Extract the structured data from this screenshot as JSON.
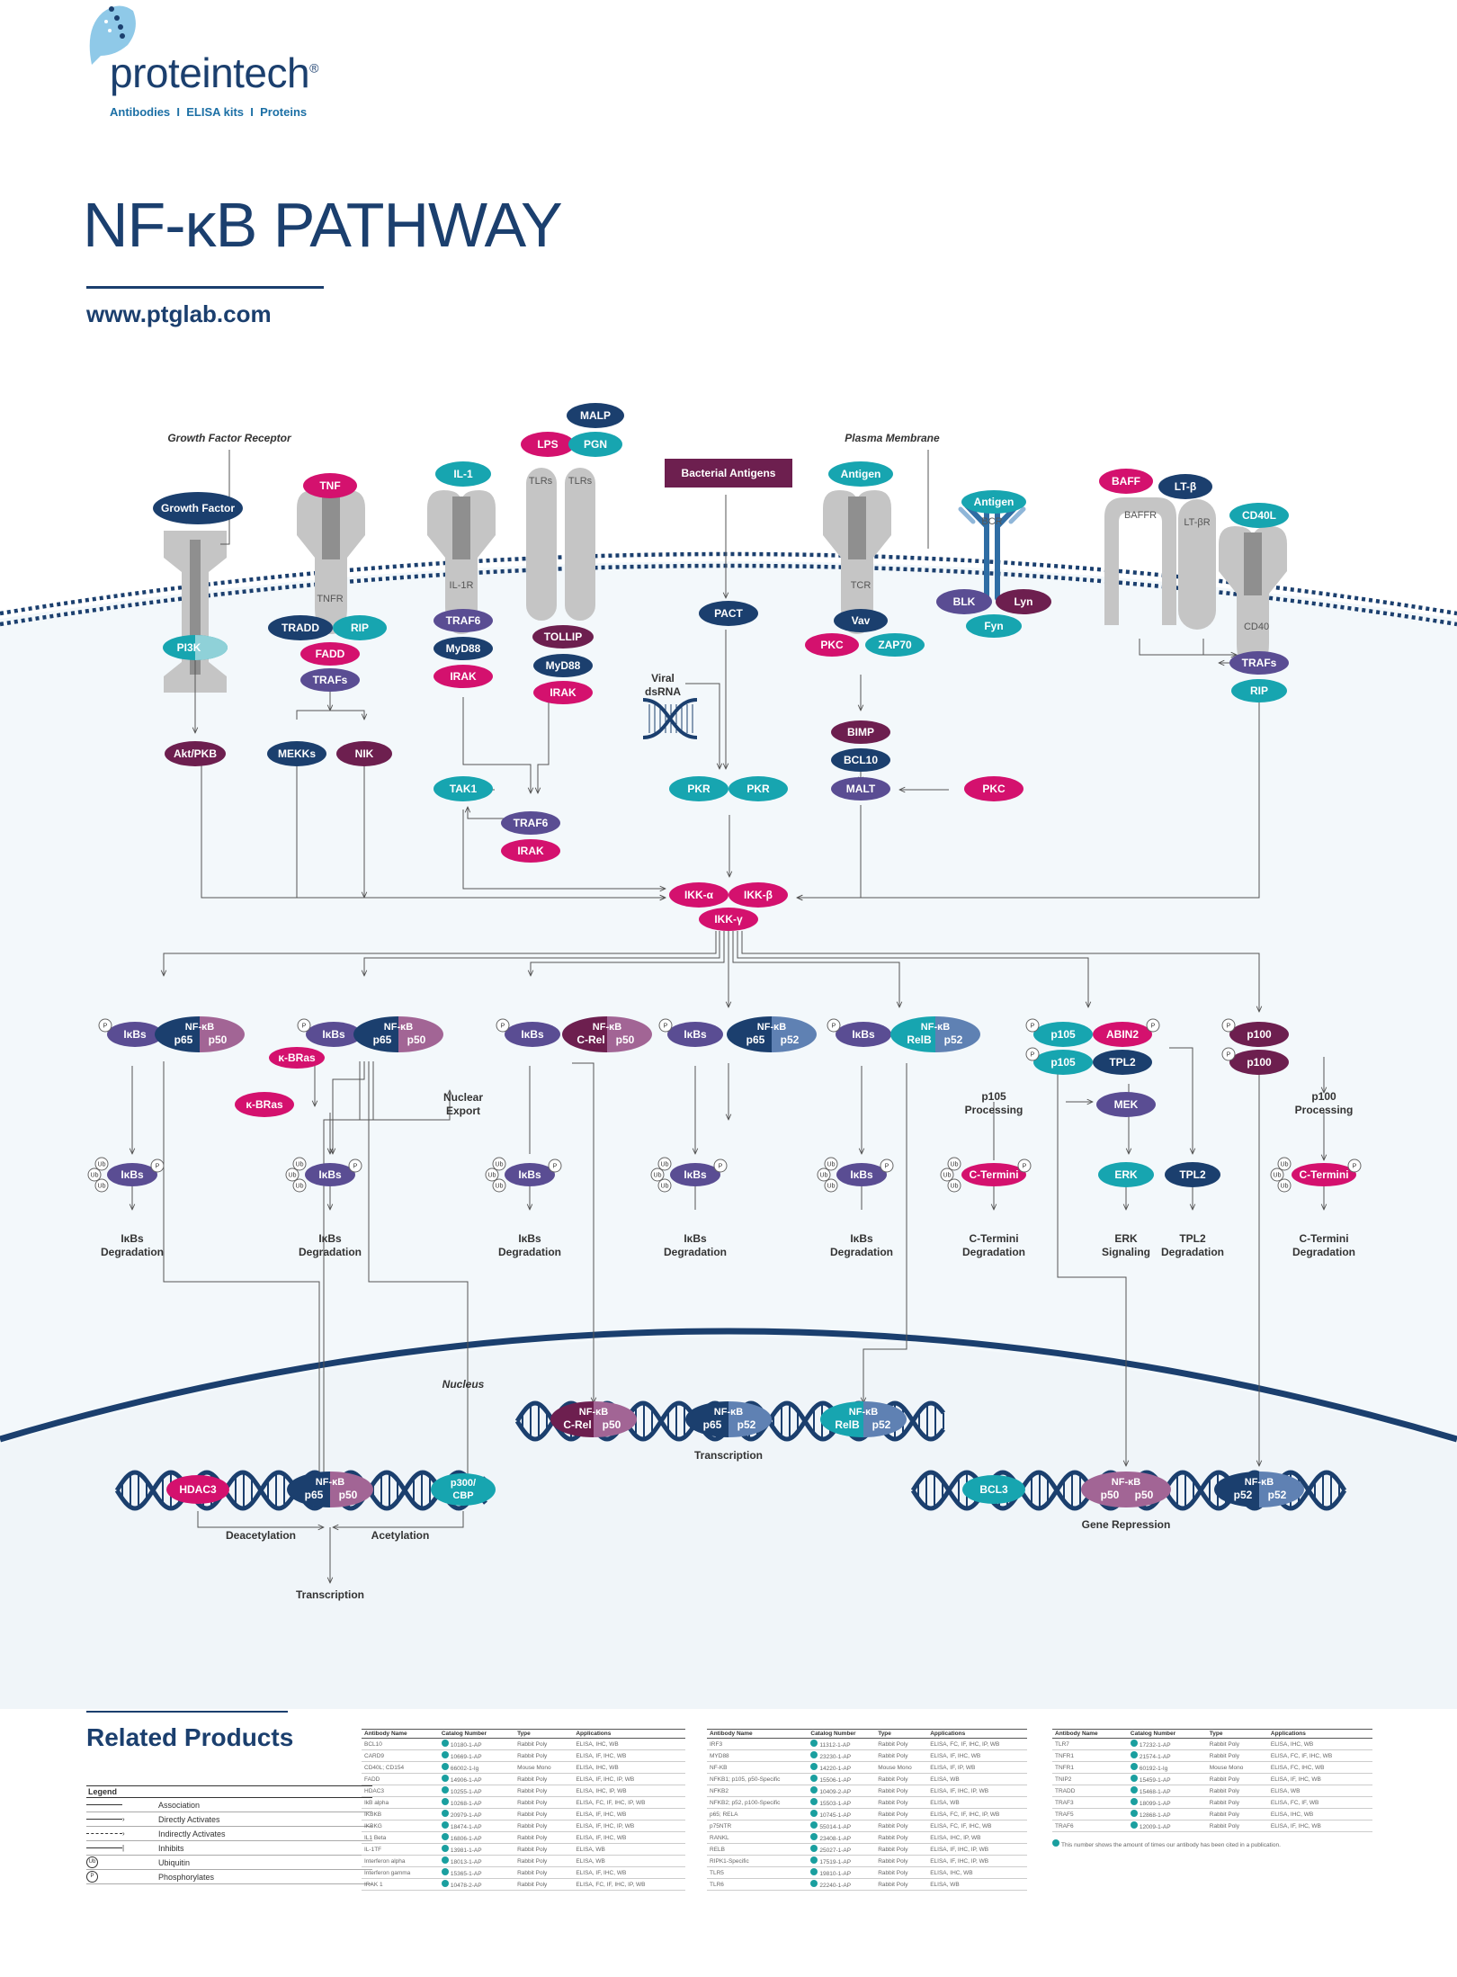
{
  "brand": {
    "name": "proteintech",
    "registered": "®",
    "tagline": "Antibodies  I  ELISA kits  I  Proteins"
  },
  "title": "NF-κB PATHWAY",
  "url": "www.ptglab.com",
  "colors": {
    "navy": "#1b3f6e",
    "teal": "#17a5b0",
    "magenta": "#d4116e",
    "purple": "#5a4d93",
    "plum": "#6d1f4f",
    "mauve": "#a26595",
    "grey": "#c5c5c5"
  },
  "labels": {
    "growth_factor_receptor": "Growth Factor Receptor",
    "plasma_membrane": "Plasma Membrane",
    "nucleus": "Nucleus",
    "viral_dsrna": [
      "Viral",
      "dsRNA"
    ],
    "nuclear_export": [
      "Nuclear",
      "Export"
    ],
    "p105_processing": [
      "p105",
      "Processing"
    ],
    "p100_processing": [
      "p100",
      "Processing"
    ],
    "ikbs_degradation": [
      "IκBs",
      "Degradation"
    ],
    "c_termini_degradation": [
      "C-Termini",
      "Degradation"
    ],
    "erk_signaling": [
      "ERK",
      "Signaling"
    ],
    "tpl2_degradation": [
      "TPL2",
      "Degradation"
    ],
    "deacetylation": "Deacetylation",
    "acetylation": "Acetylation",
    "transcription": "Transcription",
    "gene_repression": "Gene Repression"
  },
  "receptors": {
    "tnfr": "TNFR",
    "il1r": "IL-1R",
    "tlrs": "TLRs",
    "tcr": "TCR",
    "bcr": "BCR",
    "baffr": "BAFFR",
    "ltbr": "LT-βR",
    "cd40": "CD40"
  },
  "proteins": {
    "growth_factor": "Growth Factor",
    "pi3k": "PI3K",
    "akt": "Akt/PKB",
    "tnf": "TNF",
    "tradd": "TRADD",
    "rip": "RIP",
    "fadd": "FADD",
    "trafs": "TRAFs",
    "mekks": "MEKKs",
    "nik": "NIK",
    "il1": "IL-1",
    "traf6": "TRAF6",
    "myd88": "MyD88",
    "irak": "IRAK",
    "malp": "MALP",
    "pgn": "PGN",
    "lps": "LPS",
    "tollip": "TOLLIP",
    "tak1": "TAK1",
    "bacterial_antigens": "Bacterial Antigens",
    "pact": "PACT",
    "pkr": "PKR",
    "antigen": "Antigen",
    "vav": "Vav",
    "pkc": "PKC",
    "zap70": "ZAP70",
    "bimp": "BIMP",
    "bcl10": "BCL10",
    "malt": "MALT",
    "blk": "BLK",
    "lyn": "Lyn",
    "fyn": "Fyn",
    "baff": "BAFF",
    "ltb": "LT-β",
    "cd40l": "CD40L",
    "ikka": "IKK-α",
    "ikkb": "IKK-β",
    "ikkg": "IKK-γ",
    "ikbs": "IκBs",
    "nfkb": "NF-κB",
    "p65": "p65",
    "p50": "p50",
    "p52": "p52",
    "crel": "C-Rel",
    "relb": "RelB",
    "kbras": "κ-BRas",
    "p105": "p105",
    "abin2": "ABIN2",
    "tpl2": "TPL2",
    "mek": "MEK",
    "erk": "ERK",
    "c_termini": "C-Termini",
    "p100": "p100",
    "hdac3": "HDAC3",
    "p300": "p300/",
    "cbp": "CBP",
    "bcl3": "BCL3",
    "p": "P",
    "ub": "Ub"
  },
  "related_products": {
    "title": "Related Products",
    "legend": {
      "title": "Legend",
      "items": [
        "Association",
        "Directly Activates",
        "Indirectly Activates",
        "Inhibits",
        "Ubiquitin",
        "Phosphorylates"
      ]
    },
    "columns": [
      "Antibody Name",
      "Catalog Number",
      "Type",
      "Applications"
    ],
    "tables": [
      [
        [
          "BCL10",
          "",
          "10180-1-AP",
          "Rabbit Poly",
          "ELISA, IHC, WB"
        ],
        [
          "CARD9",
          "",
          "10669-1-AP",
          "Rabbit Poly",
          "ELISA, IF, IHC, WB"
        ],
        [
          "CD40L; CD154",
          "",
          "66002-1-Ig",
          "Mouse Mono",
          "ELISA, IHC, WB"
        ],
        [
          "FADD",
          "",
          "14906-1-AP",
          "Rabbit Poly",
          "ELISA, IF, IHC, IP, WB"
        ],
        [
          "HDAC3",
          "",
          "10255-1-AP",
          "Rabbit Poly",
          "ELISA, IHC, IP, WB"
        ],
        [
          "IkB alpha",
          "",
          "10268-1-AP",
          "Rabbit Poly",
          "ELISA, FC, IF, IHC, IP, WB"
        ],
        [
          "IKBKB",
          "",
          "20979-1-AP",
          "Rabbit Poly",
          "ELISA, IF, IHC, WB"
        ],
        [
          "IKBKG",
          "",
          "18474-1-AP",
          "Rabbit Poly",
          "ELISA, IF, IHC, IP, WB"
        ],
        [
          "IL1 Beta",
          "",
          "16806-1-AP",
          "Rabbit Poly",
          "ELISA, IF, IHC, WB"
        ],
        [
          "IL-1TF",
          "",
          "13981-1-AP",
          "Rabbit Poly",
          "ELISA, WB"
        ],
        [
          "Interferon alpha",
          "",
          "18013-1-AP",
          "Rabbit Poly",
          "ELISA, WB"
        ],
        [
          "Interferon gamma",
          "",
          "15365-1-AP",
          "Rabbit Poly",
          "ELISA, IF, IHC, WB"
        ],
        [
          "IRAK 1",
          "",
          "10478-2-AP",
          "Rabbit Poly",
          "ELISA, FC, IF, IHC, IP, WB"
        ]
      ],
      [
        [
          "IRF3",
          "",
          "11312-1-AP",
          "Rabbit Poly",
          "ELISA, FC, IF, IHC, IP, WB"
        ],
        [
          "MYD88",
          "",
          "23230-1-AP",
          "Rabbit Poly",
          "ELISA, IF, IHC, WB"
        ],
        [
          "NF-KB",
          "",
          "14220-1-AP",
          "Mouse Mono",
          "ELISA, IF, IP, WB"
        ],
        [
          "NFKB1; p105, p50-Specific",
          "",
          "15506-1-AP",
          "Rabbit Poly",
          "ELISA, WB"
        ],
        [
          "NFKB2",
          "",
          "10409-2-AP",
          "Rabbit Poly",
          "ELISA, IF, IHC, IP, WB"
        ],
        [
          "NFKB2; p52, p100-Specific",
          "",
          "15503-1-AP",
          "Rabbit Poly",
          "ELISA, WB"
        ],
        [
          "p65; RELA",
          "",
          "10745-1-AP",
          "Rabbit Poly",
          "ELISA, FC, IF, IHC, IP, WB"
        ],
        [
          "p75NTR",
          "",
          "55014-1-AP",
          "Rabbit Poly",
          "ELISA, FC, IF, IHC, WB"
        ],
        [
          "RANKL",
          "",
          "23408-1-AP",
          "Rabbit Poly",
          "ELISA, IHC, IP, WB"
        ],
        [
          "RELB",
          "",
          "25027-1-AP",
          "Rabbit Poly",
          "ELISA, IF, IHC, IP, WB"
        ],
        [
          "RIPK1-Specific",
          "",
          "17519-1-AP",
          "Rabbit Poly",
          "ELISA, IF, IHC, IP, WB"
        ],
        [
          "TLR5",
          "",
          "19810-1-AP",
          "Rabbit Poly",
          "ELISA, IHC, WB"
        ],
        [
          "TLR6",
          "",
          "22240-1-AP",
          "Rabbit Poly",
          "ELISA, WB"
        ]
      ],
      [
        [
          "TLR7",
          "",
          "17232-1-AP",
          "Rabbit Poly",
          "ELISA, IHC, WB"
        ],
        [
          "TNFR1",
          "",
          "21574-1-AP",
          "Rabbit Poly",
          "ELISA, FC, IF, IHC, WB"
        ],
        [
          "TNFR1",
          "",
          "60192-1-Ig",
          "Mouse Mono",
          "ELISA, FC, IHC, WB"
        ],
        [
          "TNIP2",
          "",
          "15459-1-AP",
          "Rabbit Poly",
          "ELISA, IF, IHC, WB"
        ],
        [
          "TRADD",
          "",
          "15468-1-AP",
          "Rabbit Poly",
          "ELISA, WB"
        ],
        [
          "TRAF3",
          "",
          "18099-1-AP",
          "Rabbit Poly",
          "ELISA, FC, IF, WB"
        ],
        [
          "TRAF5",
          "",
          "12868-1-AP",
          "Rabbit Poly",
          "ELISA, IHC, WB"
        ],
        [
          "TRAF6",
          "",
          "12009-1-AP",
          "Rabbit Poly",
          "ELISA, IF, IHC, WB"
        ]
      ]
    ],
    "footnote": "This number shows the amount of times our antibody has been cited in a publication."
  }
}
